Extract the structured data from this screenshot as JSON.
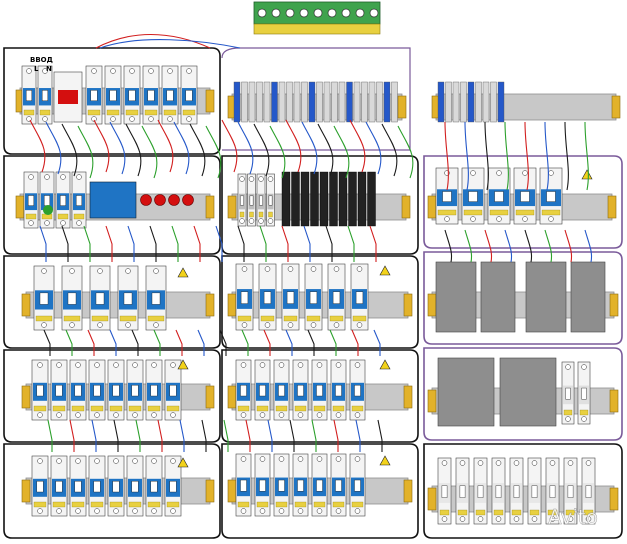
{
  "diagram": {
    "input_label": "ВВОД",
    "phase_label": "L",
    "neutral_label": "N",
    "watermark": "Avito",
    "colors": {
      "rail": "#c8c8c8",
      "rail_edge": "#8f8f8f",
      "terminal": "#e2b22a",
      "breaker_body": "#f4f4f4",
      "breaker_blue": "#1f74c4",
      "relay_red": "#d40f0f",
      "psu_grey": "#8e8e8e",
      "border_dark": "#111111",
      "border_purple": "#7a5a9a",
      "wire_red": "#d21f1f",
      "wire_blue": "#2558c9",
      "wire_green": "#2ca02c",
      "wire_black": "#1a1a1a"
    }
  }
}
